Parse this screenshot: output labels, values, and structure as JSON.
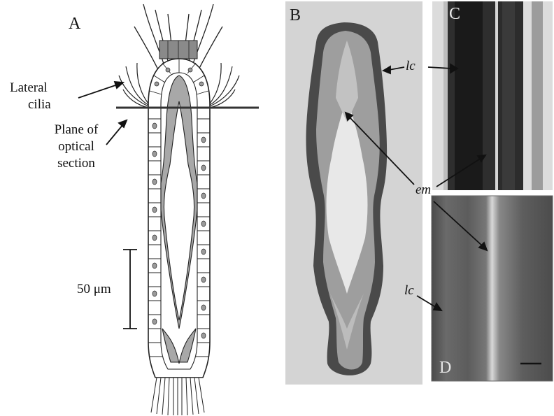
{
  "panels": {
    "a": {
      "letter": "A"
    },
    "b": {
      "letter": "B"
    },
    "c": {
      "letter": "C"
    },
    "d": {
      "letter": "D"
    }
  },
  "labels": {
    "lateral_cilia_1": "Lateral",
    "lateral_cilia_2": "cilia",
    "plane_1": "Plane of",
    "plane_2": "optical",
    "plane_3": "section",
    "scale": "50 μm",
    "lc_top": "lc",
    "lc_bottom": "lc",
    "em": "em"
  }
}
